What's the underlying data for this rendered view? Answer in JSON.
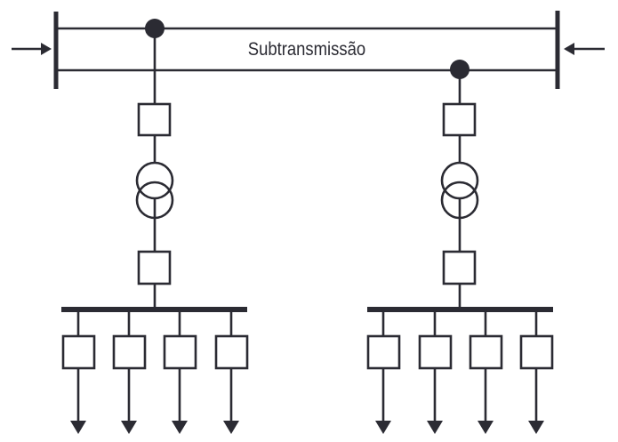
{
  "diagram": {
    "title": "Subtransmissão",
    "substations": [
      {
        "name": "substation-left",
        "feeders": 4
      },
      {
        "name": "substation-right",
        "feeders": 4
      }
    ],
    "colors": {
      "stroke": "#2b2b33",
      "background": "#ffffff"
    }
  }
}
